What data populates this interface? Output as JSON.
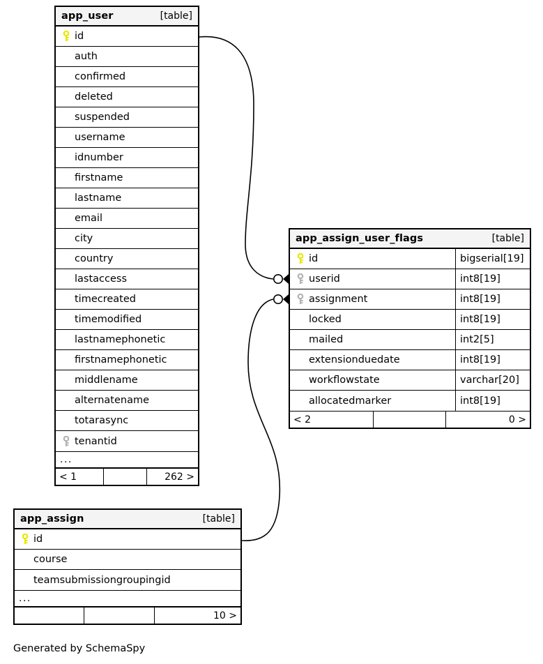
{
  "diagram": {
    "caption": "Generated by SchemaSpy",
    "kind_label": "[table]",
    "ellipsis": "...",
    "key_icon_primary": "primary-key-icon",
    "key_icon_foreign": "foreign-key-icon",
    "colors": {
      "primary_key": "#e8e800",
      "foreign_key": "#b3b3b3",
      "header_bg": "#f4f4f4",
      "border": "#000000",
      "background": "#ffffff"
    }
  },
  "tables": [
    {
      "name": "app_user",
      "kind": "[table]",
      "show_types": false,
      "columns": [
        {
          "name": "id",
          "key": "primary",
          "type": ""
        },
        {
          "name": "auth",
          "key": "none",
          "type": ""
        },
        {
          "name": "confirmed",
          "key": "none",
          "type": ""
        },
        {
          "name": "deleted",
          "key": "none",
          "type": ""
        },
        {
          "name": "suspended",
          "key": "none",
          "type": ""
        },
        {
          "name": "username",
          "key": "none",
          "type": ""
        },
        {
          "name": "idnumber",
          "key": "none",
          "type": ""
        },
        {
          "name": "firstname",
          "key": "none",
          "type": ""
        },
        {
          "name": "lastname",
          "key": "none",
          "type": ""
        },
        {
          "name": "email",
          "key": "none",
          "type": ""
        },
        {
          "name": "city",
          "key": "none",
          "type": ""
        },
        {
          "name": "country",
          "key": "none",
          "type": ""
        },
        {
          "name": "lastaccess",
          "key": "none",
          "type": ""
        },
        {
          "name": "timecreated",
          "key": "none",
          "type": ""
        },
        {
          "name": "timemodified",
          "key": "none",
          "type": ""
        },
        {
          "name": "lastnamephonetic",
          "key": "none",
          "type": ""
        },
        {
          "name": "firstnamephonetic",
          "key": "none",
          "type": ""
        },
        {
          "name": "middlename",
          "key": "none",
          "type": ""
        },
        {
          "name": "alternatename",
          "key": "none",
          "type": ""
        },
        {
          "name": "totarasync",
          "key": "none",
          "type": ""
        },
        {
          "name": "tenantid",
          "key": "foreign",
          "type": ""
        }
      ],
      "has_ellipsis": true,
      "footer": {
        "left": "< 1",
        "middle": "",
        "right": "262 >"
      }
    },
    {
      "name": "app_assign_user_flags",
      "kind": "[table]",
      "show_types": true,
      "columns": [
        {
          "name": "id",
          "key": "primary",
          "type": "bigserial[19]"
        },
        {
          "name": "userid",
          "key": "foreign",
          "type": "int8[19]"
        },
        {
          "name": "assignment",
          "key": "foreign",
          "type": "int8[19]"
        },
        {
          "name": "locked",
          "key": "none",
          "type": "int8[19]"
        },
        {
          "name": "mailed",
          "key": "none",
          "type": "int2[5]"
        },
        {
          "name": "extensionduedate",
          "key": "none",
          "type": "int8[19]"
        },
        {
          "name": "workflowstate",
          "key": "none",
          "type": "varchar[20]"
        },
        {
          "name": "allocatedmarker",
          "key": "none",
          "type": "int8[19]"
        }
      ],
      "has_ellipsis": false,
      "footer": {
        "left": "< 2",
        "middle": "",
        "right": "0 >"
      }
    },
    {
      "name": "app_assign",
      "kind": "[table]",
      "show_types": false,
      "columns": [
        {
          "name": "id",
          "key": "primary",
          "type": ""
        },
        {
          "name": "course",
          "key": "none",
          "type": ""
        },
        {
          "name": "teamsubmissiongroupingid",
          "key": "none",
          "type": ""
        }
      ],
      "has_ellipsis": true,
      "footer": {
        "left": "",
        "middle": "",
        "right": "10 >"
      }
    }
  ],
  "relationships": [
    {
      "name": "app_user-id-to-app_assign_user_flags-userid",
      "from": "app_user.id",
      "to": "app_assign_user_flags.userid",
      "cardinality": "zero-or-many"
    },
    {
      "name": "app_assign-id-to-app_assign_user_flags-assignment",
      "from": "app_assign.id",
      "to": "app_assign_user_flags.assignment",
      "cardinality": "zero-or-many"
    }
  ]
}
